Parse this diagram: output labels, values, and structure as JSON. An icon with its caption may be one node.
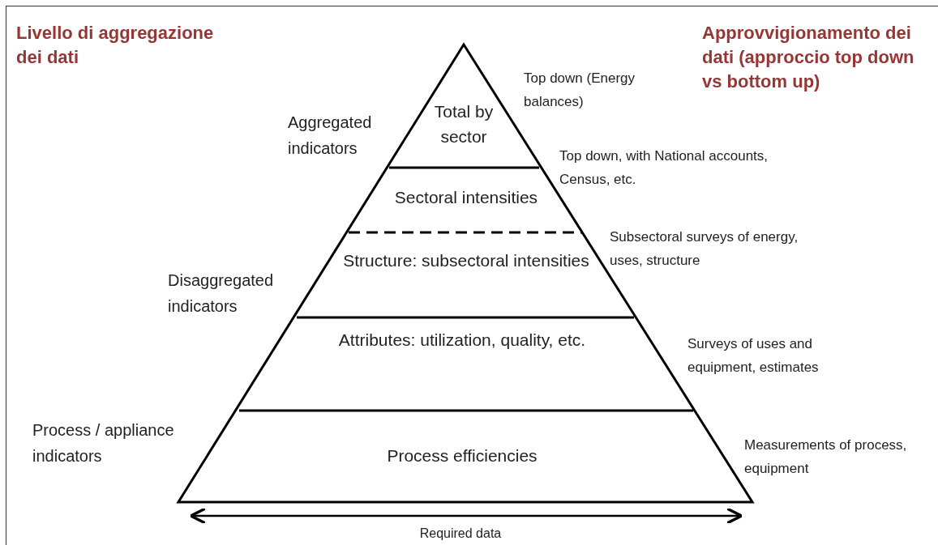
{
  "diagram": {
    "nodes": [
      {
        "text": [
          "Total by sector"
        ]
      },
      {
        "text": [
          "Sectoral intensities"
        ]
      },
      {
        "text": [
          "Structure: subsectoral intensities"
        ]
      },
      {
        "text": [
          "Attributes: utilization, quality, etc."
        ]
      },
      {
        "text": [
          "Process efficiencies"
        ]
      }
    ],
    "edges": [],
    "labels": [
      "Livello di aggregazione dei dati",
      "Approvvigionamento dei dati (approccio top down vs bottom up)",
      "Top down (Energy balances)",
      "Aggregated indicators",
      "Top down, with National accounts, Census, etc.",
      "Subsectoral surveys of energy, uses, structure",
      "Disaggregated indicators",
      "Surveys of uses and equipment, estimates",
      "Process / appliance indicators",
      "Measurements of process, equipment",
      "Required data"
    ]
  }
}
